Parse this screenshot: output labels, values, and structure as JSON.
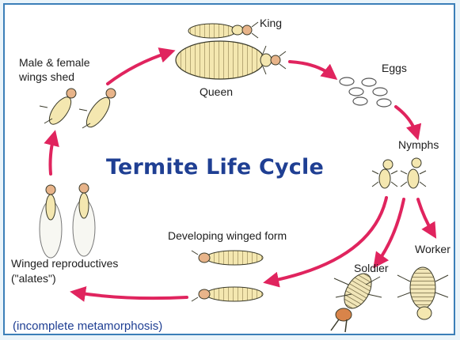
{
  "title": "Termite Life Cycle",
  "subtitle": "(incomplete metamorphosis)",
  "stages": {
    "king": "King",
    "queen": "Queen",
    "eggs": "Eggs",
    "nymphs": "Nymphs",
    "worker": "Worker",
    "soldier": "Soldier",
    "developing": "Developing winged form",
    "winged_line1": "Winged reproductives",
    "winged_line2": "(\"alates\")",
    "shed_line1": "Male & female",
    "shed_line2": "wings shed"
  },
  "colors": {
    "arrow": "#e0245e",
    "title": "#1f3f93",
    "body": "#f4e7b0",
    "outline": "#3a3a2a",
    "frame": "#3b7fb8"
  }
}
